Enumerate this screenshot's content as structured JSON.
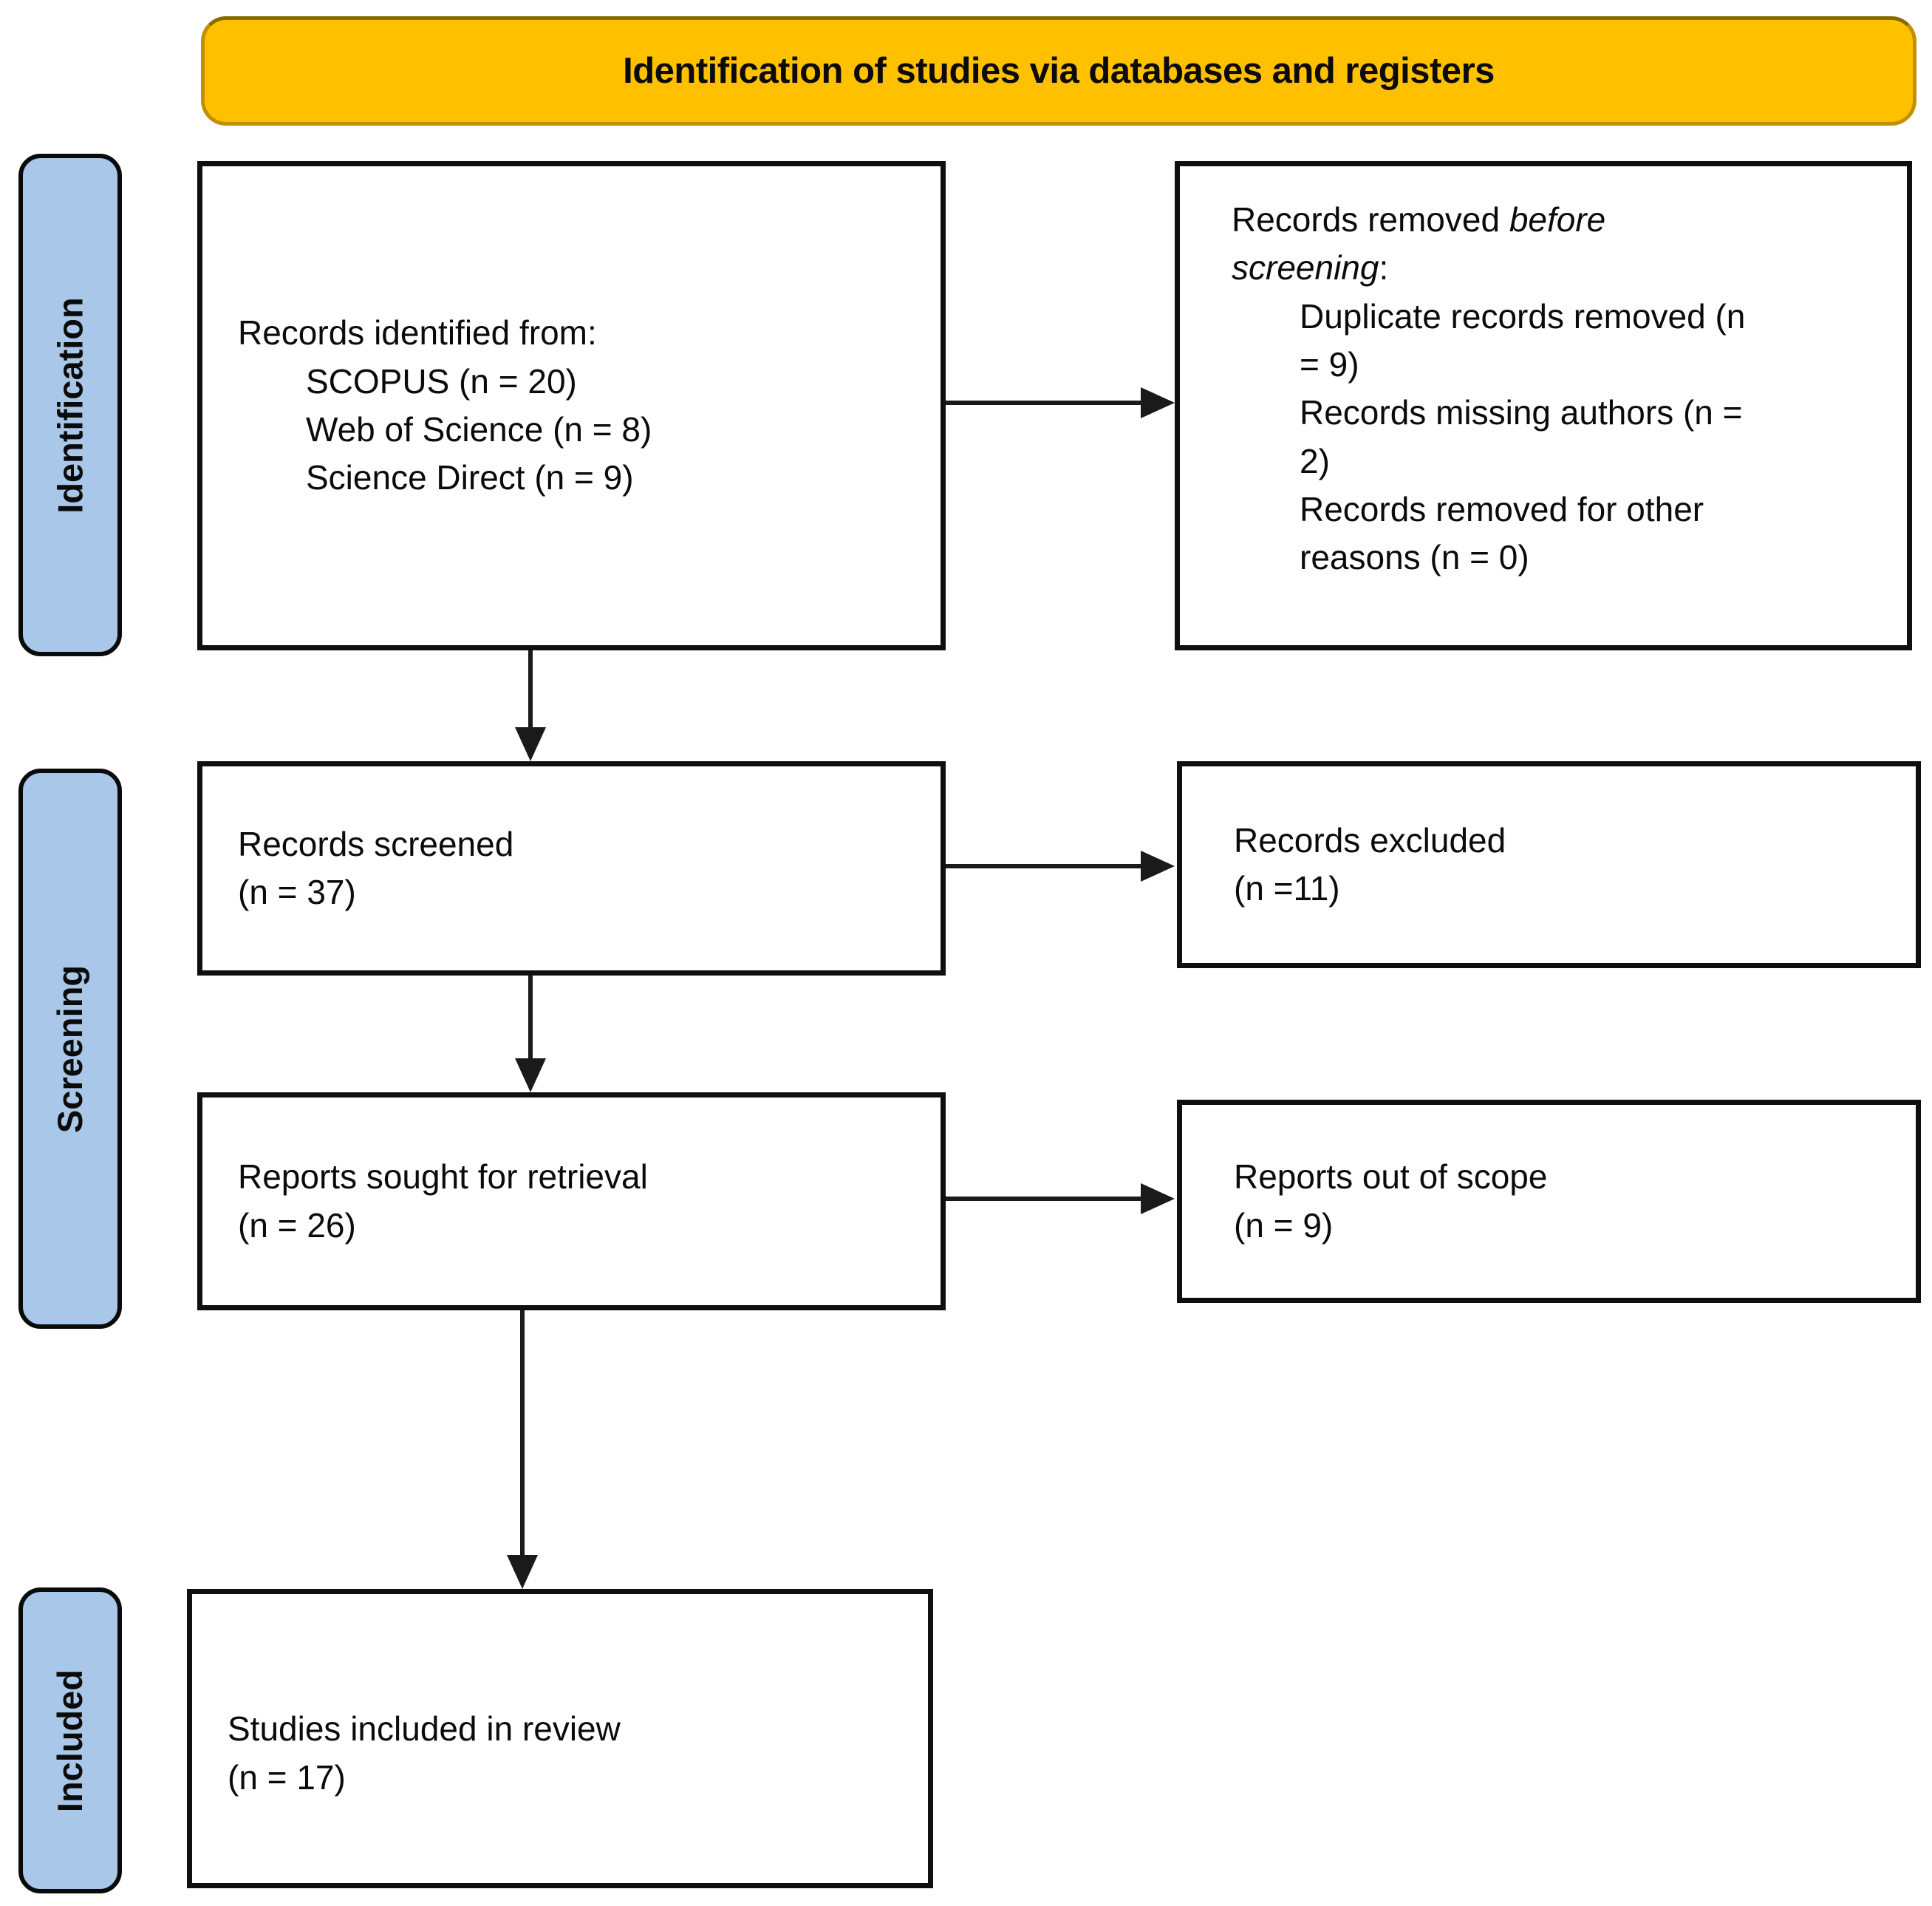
{
  "header": {
    "title": "Identification of studies via databases and registers",
    "bg_color": "#FFC000",
    "border_color": "#BF9000"
  },
  "sidebar": {
    "bg_color": "#A9C7E8",
    "labels": [
      {
        "id": "identification",
        "text": "Identification"
      },
      {
        "id": "screening",
        "text": "Screening"
      },
      {
        "id": "included",
        "text": "Included"
      }
    ]
  },
  "boxes": {
    "identified": {
      "title": "Records identified from:",
      "items": [
        "SCOPUS (n = 20)",
        "Web of Science (n = 8)",
        "Science Direct (n = 9)"
      ]
    },
    "removed": {
      "title_prefix": "Records removed ",
      "title_italic": "before screening",
      "title_suffix": ":",
      "items": [
        "Duplicate records removed (n = 9)",
        "Records missing authors (n = 2)",
        "Records removed for other reasons (n = 0)"
      ]
    },
    "screened": {
      "line1": "Records screened",
      "line2": "(n = 37)"
    },
    "excluded": {
      "line1": "Records excluded",
      "line2": "(n =11)"
    },
    "sought": {
      "line1": "Reports sought for retrieval",
      "line2": "(n = 26)"
    },
    "out_of_scope": {
      "line1": "Reports out of scope",
      "line2": "(n = 9)"
    },
    "included_review": {
      "line1": "Studies included in review",
      "line2": "(n = 17)"
    }
  }
}
